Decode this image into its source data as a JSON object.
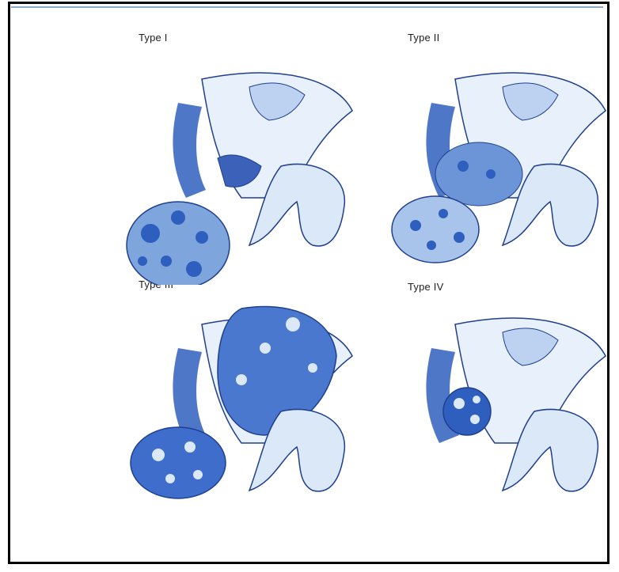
{
  "panels": [
    {
      "label": "Type I"
    },
    {
      "label": "Type II"
    },
    {
      "label": "Type III"
    },
    {
      "label": "Type IV"
    }
  ],
  "colors": {
    "light_blue": "#dbe8f8",
    "mid_blue": "#8eb2e2",
    "deep_blue": "#2f5fbe",
    "outline": "#1f3f8f"
  }
}
